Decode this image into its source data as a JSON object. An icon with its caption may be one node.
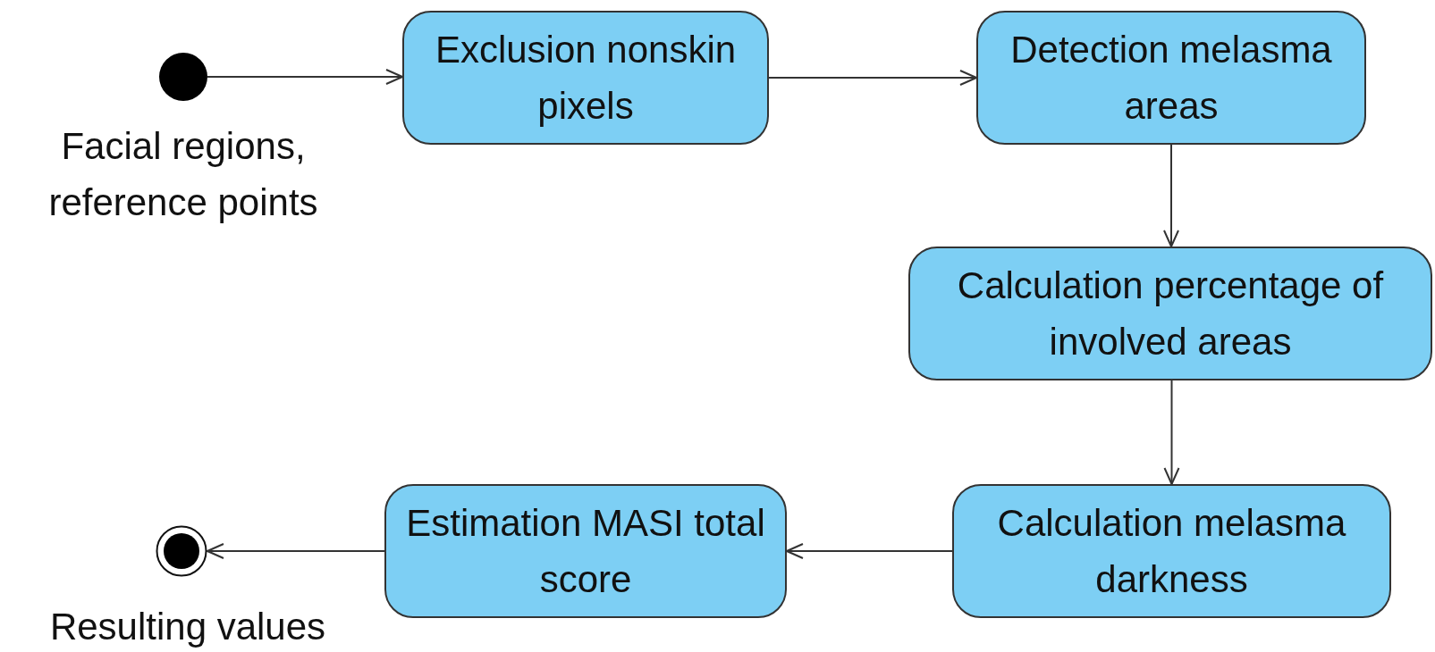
{
  "diagram": {
    "nodes": [
      {
        "text": [],
        "shape": "circle",
        "beside": [
          "Facial regions, reference points"
        ]
      },
      {
        "text": [
          "Exclusion nonskin pixels"
        ]
      },
      {
        "text": [
          "Detection melasma areas"
        ]
      },
      {
        "text": [
          "Calculation percentage of involved areas"
        ]
      },
      {
        "text": [
          "Calculation melasma darkness"
        ]
      },
      {
        "text": [
          "Estimation MASI total score"
        ]
      },
      {
        "text": [],
        "shape": "circle",
        "beside": [
          "Resulting values"
        ]
      }
    ],
    "edges": [
      {
        "from": 0,
        "to": 1,
        "arrow": "to"
      },
      {
        "from": 1,
        "to": 2,
        "arrow": "to"
      },
      {
        "from": 2,
        "to": 3,
        "arrow": "to"
      },
      {
        "from": 3,
        "to": 4,
        "arrow": "to"
      },
      {
        "from": 4,
        "to": 5,
        "arrow": "to"
      },
      {
        "from": 5,
        "to": 6,
        "arrow": "to"
      }
    ]
  }
}
